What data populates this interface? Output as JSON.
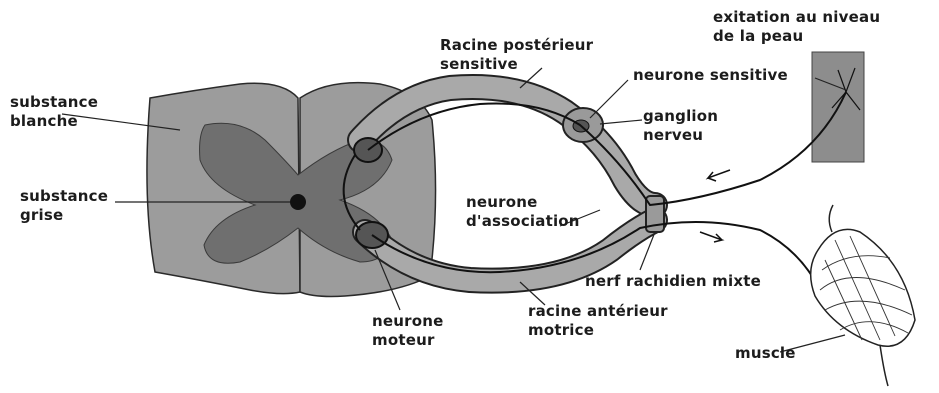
{
  "diagram": {
    "labels": {
      "substance_blanche": [
        "substance",
        "blanche"
      ],
      "substance_grise": [
        "substance",
        "grise"
      ],
      "racine_posterieur": [
        "Racine postérieur",
        "sensitive"
      ],
      "neurone_sensitive": "neurone sensitive",
      "excitation": [
        "exitation au niveau",
        "de la peau"
      ],
      "ganglion": [
        "ganglion",
        "nerveu"
      ],
      "neurone_association": [
        "neurone",
        "d'association"
      ],
      "nerf_rachidien": "nerf rachidien mixte",
      "racine_anterieur": [
        "racine antérieur",
        "motrice"
      ],
      "neurone_moteur": [
        "neurone",
        "moteur"
      ],
      "muscle": "muscle"
    },
    "colors": {
      "white_matter": "#9c9c9c",
      "grey_matter": "#6f6f6f",
      "nerve_fill": "#a9a9a9",
      "outline": "#222222",
      "skin": "#8d8d8d"
    }
  }
}
